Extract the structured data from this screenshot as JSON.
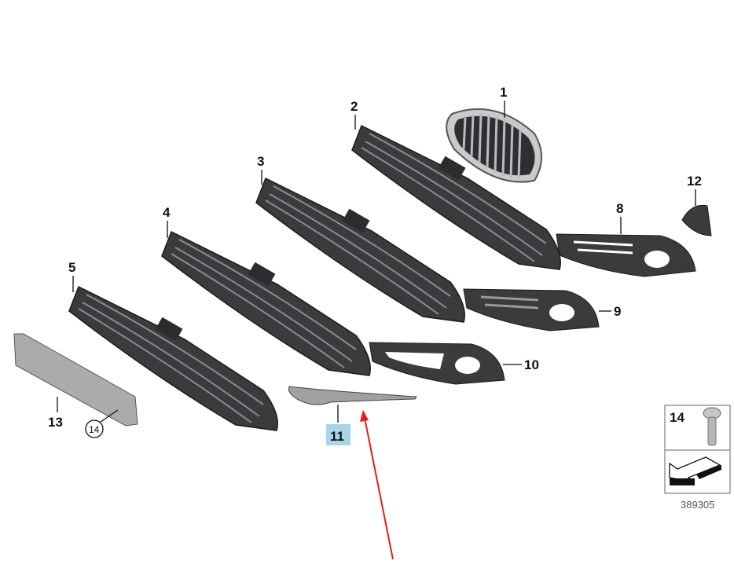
{
  "diagram": {
    "parts": [
      {
        "id": "1",
        "label": "1"
      },
      {
        "id": "2",
        "label": "2"
      },
      {
        "id": "3",
        "label": "3"
      },
      {
        "id": "4",
        "label": "4"
      },
      {
        "id": "5",
        "label": "5"
      },
      {
        "id": "8",
        "label": "8"
      },
      {
        "id": "9",
        "label": "9"
      },
      {
        "id": "10",
        "label": "10"
      },
      {
        "id": "11",
        "label": "11",
        "highlighted": true
      },
      {
        "id": "12",
        "label": "12"
      },
      {
        "id": "13",
        "label": "13"
      },
      {
        "id": "14",
        "label": "14",
        "circled": true
      }
    ],
    "legend_box": {
      "label": "14",
      "icons": [
        "screw-icon",
        "arrow-icon"
      ]
    },
    "diagram_number": "389305",
    "colors": {
      "highlight": "#a8d4e6",
      "arrow": "#e0201b",
      "part": "#3a3b3d"
    }
  }
}
